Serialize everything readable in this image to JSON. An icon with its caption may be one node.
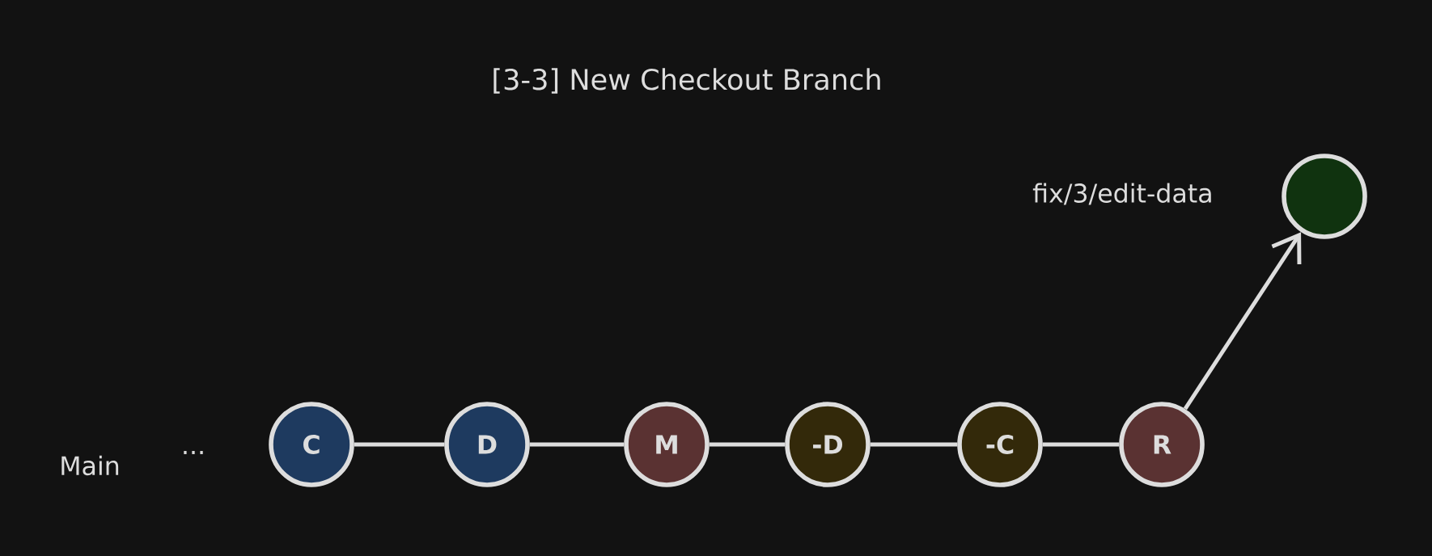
{
  "diagram": {
    "title": "[3-3] New Checkout Branch",
    "nodes": [
      {
        "text": [
          "C"
        ]
      },
      {
        "text": [
          "D"
        ]
      },
      {
        "text": [
          "M"
        ]
      },
      {
        "text": [
          "-D"
        ]
      },
      {
        "text": [
          "-C"
        ]
      },
      {
        "text": [
          "R"
        ]
      },
      {
        "text": [],
        "shape": "circle",
        "beside": [
          "fix/3/edit-data"
        ]
      }
    ],
    "edges": [
      {
        "from": 0,
        "to": 1,
        "arrow": "none"
      },
      {
        "from": 1,
        "to": 2,
        "arrow": "none"
      },
      {
        "from": 2,
        "to": 3,
        "arrow": "none"
      },
      {
        "from": 3,
        "to": 4,
        "arrow": "none"
      },
      {
        "from": 4,
        "to": 5,
        "arrow": "none"
      },
      {
        "from": 5,
        "to": 6,
        "arrow": "to"
      }
    ],
    "labels": [
      "Main",
      "..."
    ]
  }
}
